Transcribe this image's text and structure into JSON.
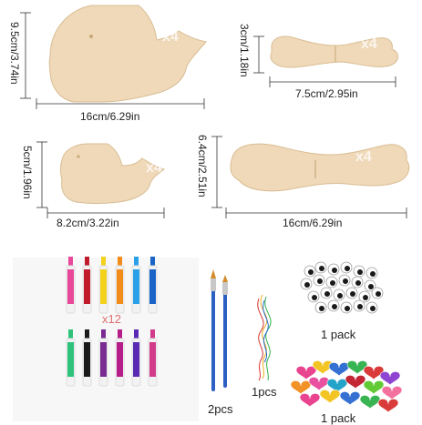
{
  "pieces": [
    {
      "name": "large-bird",
      "width_label": "16cm/6.29in",
      "height_label": "9.5cm/3.74in",
      "qty": "x4"
    },
    {
      "name": "small-wings",
      "width_label": "7.5cm/2.95in",
      "height_label": "3cm/1.18in",
      "qty": "x4"
    },
    {
      "name": "small-bird",
      "width_label": "8.2cm/3.22in",
      "height_label": "5cm/1.96in",
      "qty": "x4"
    },
    {
      "name": "large-wings",
      "width_label": "16cm/6.29in",
      "height_label": "6.4cm/2.51in",
      "qty": "x4"
    }
  ],
  "accessories": {
    "markers_qty": "x12",
    "brushes_qty": "2pcs",
    "string_qty": "1pcs",
    "eyes_qty": "1 pack",
    "hearts_qty": "1 pack"
  },
  "colors": {
    "wood": "#efd9b9",
    "markers": [
      "#e8479a",
      "#c01b2a",
      "#f2d21a",
      "#f28c1a",
      "#2aa0e8",
      "#1a64c8",
      "#2fc27a",
      "#1a1a1a",
      "#7a2a90",
      "#b51e88",
      "#5a2ab5",
      "#d23a8a"
    ]
  }
}
